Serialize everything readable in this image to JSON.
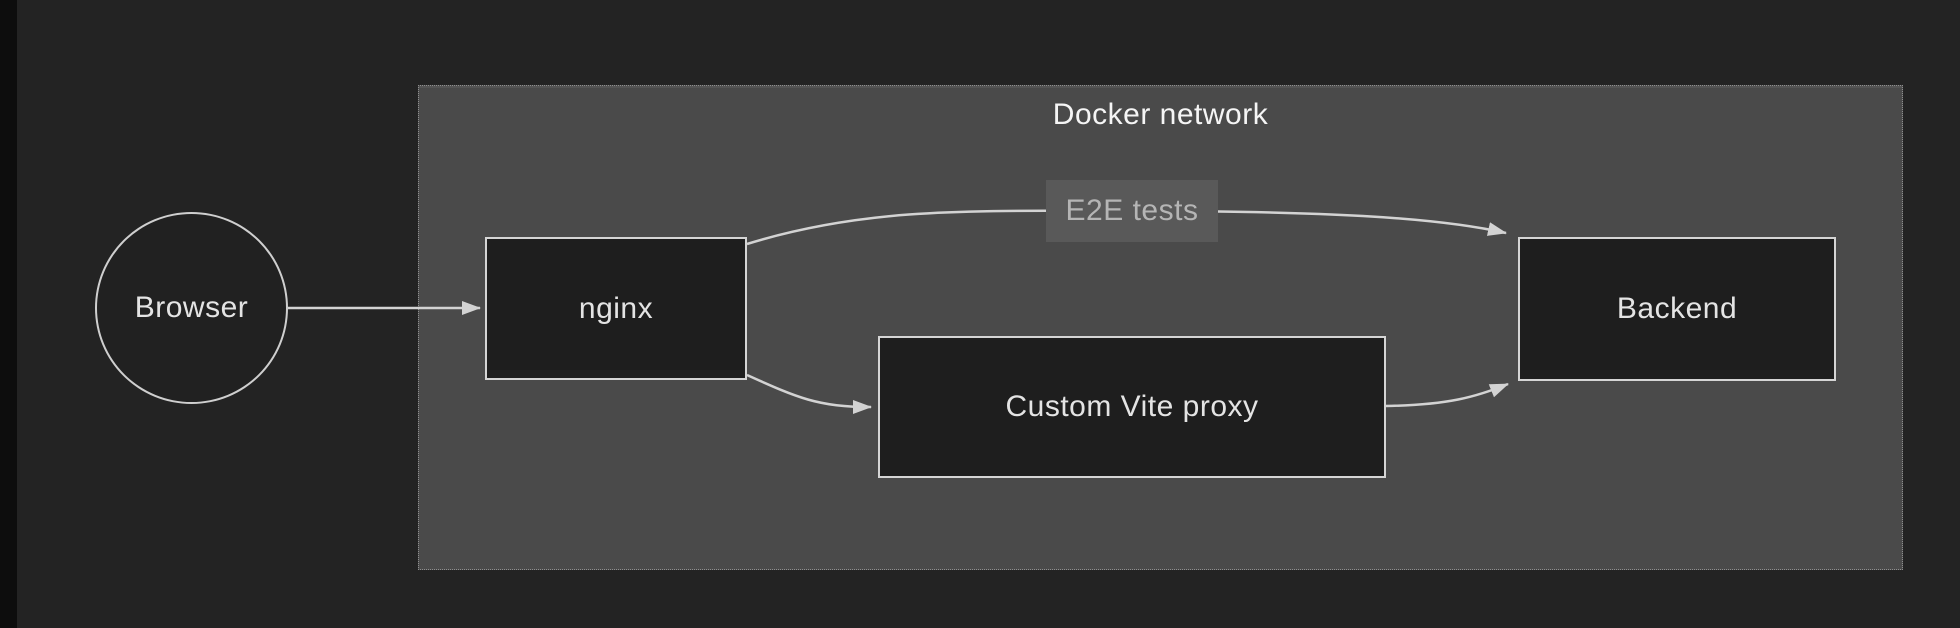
{
  "diagram": {
    "type": "flowchart",
    "cluster": {
      "title": "Docker network"
    },
    "nodes": {
      "browser": {
        "label": "Browser",
        "shape": "circle"
      },
      "nginx": {
        "label": "nginx",
        "shape": "rect"
      },
      "proxy": {
        "label": "Custom Vite proxy",
        "shape": "rect"
      },
      "backend": {
        "label": "Backend",
        "shape": "rect"
      }
    },
    "edges": [
      {
        "from": "Browser",
        "to": "nginx",
        "label": ""
      },
      {
        "from": "nginx",
        "to": "Backend",
        "label": "E2E tests"
      },
      {
        "from": "nginx",
        "to": "Custom Vite proxy",
        "label": ""
      },
      {
        "from": "Custom Vite proxy",
        "to": "Backend",
        "label": ""
      }
    ],
    "colors": {
      "canvas_bg": "#232323",
      "left_strip": "#0d0d0d",
      "cluster_fill": "#4a4a4a",
      "cluster_border": "#8f8f8f",
      "node_fill": "#1e1e1e",
      "node_border": "#d5d5d5",
      "node_text": "#e4e4e4",
      "title_text": "#f5f5f5",
      "edge_line": "#d3d3d3",
      "edge_label_bg": "#595959",
      "edge_label_text": "#b5b5b5"
    }
  }
}
